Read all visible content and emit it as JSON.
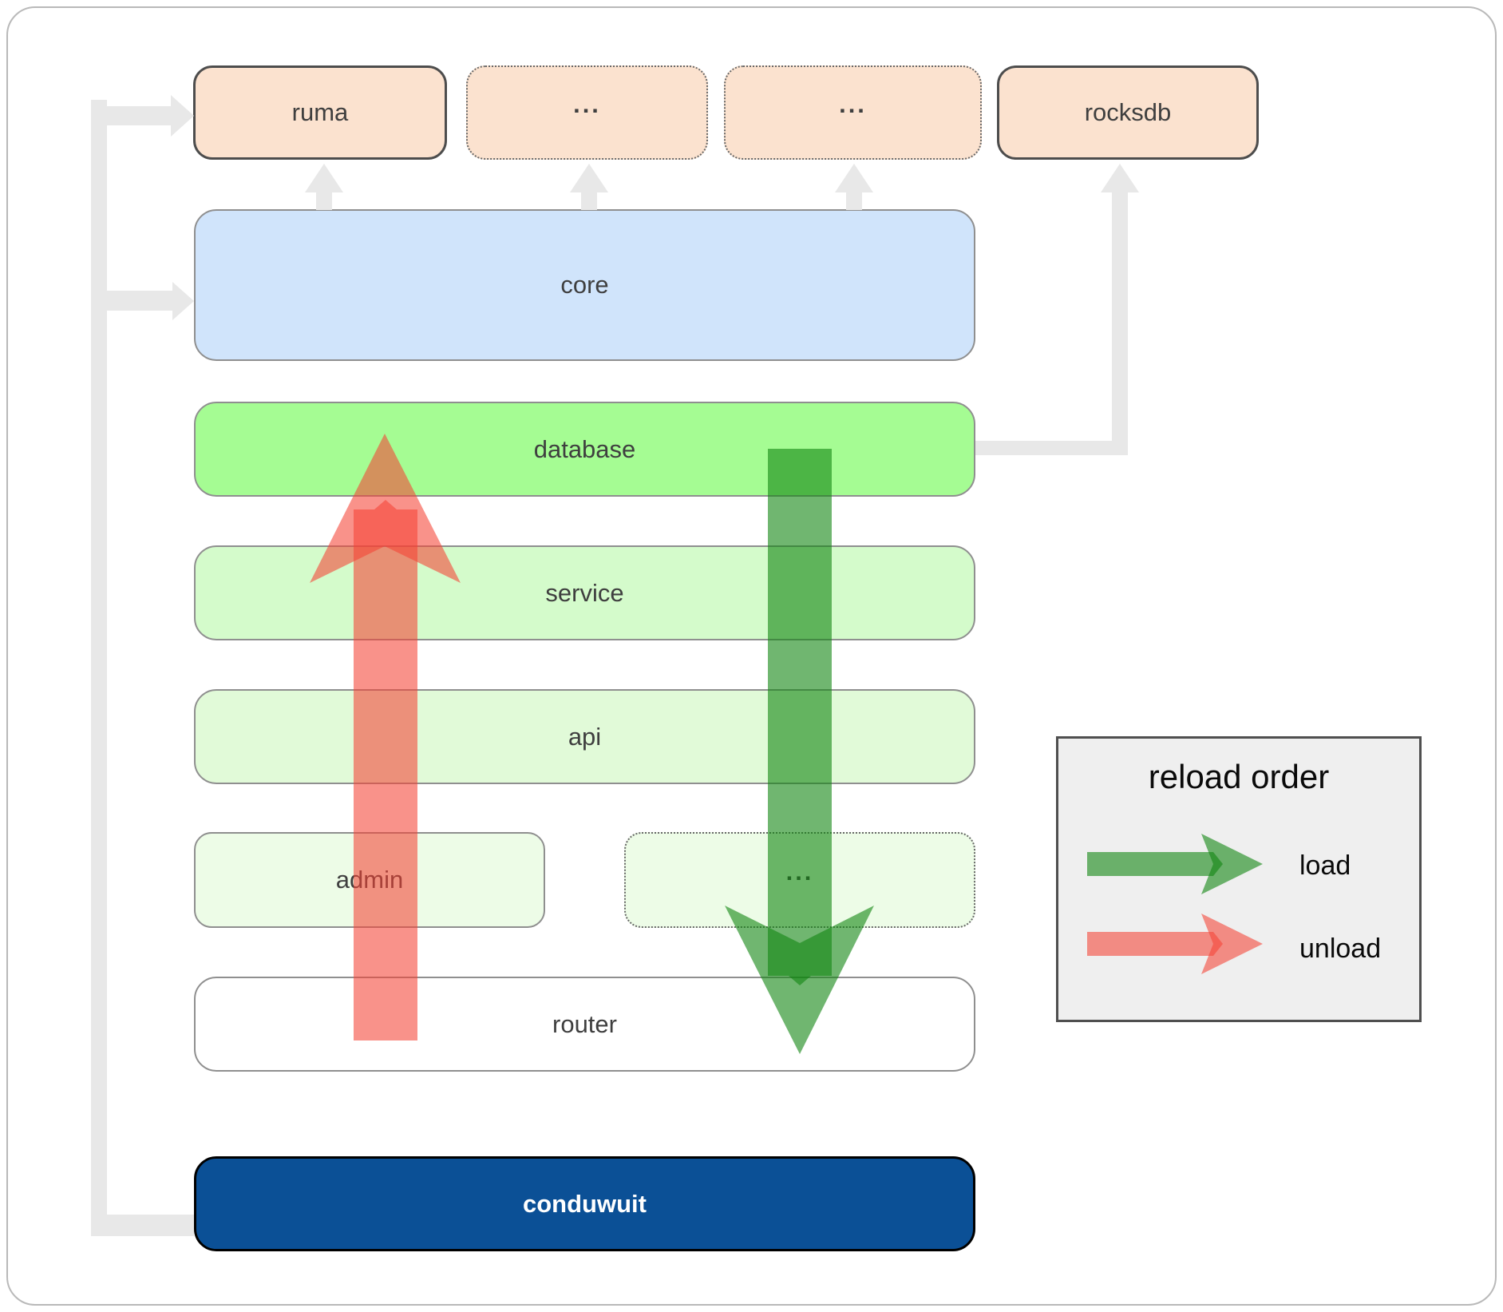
{
  "diagram": {
    "boxes": {
      "ruma": {
        "label": "ruma"
      },
      "external1": {
        "label": "..."
      },
      "external2": {
        "label": "..."
      },
      "rocksdb": {
        "label": "rocksdb"
      },
      "core": {
        "label": "core"
      },
      "database": {
        "label": "database"
      },
      "service": {
        "label": "service"
      },
      "api": {
        "label": "api"
      },
      "admin": {
        "label": "admin"
      },
      "admin_more": {
        "label": "..."
      },
      "router": {
        "label": "router"
      },
      "conduwuit": {
        "label": "conduwuit"
      }
    },
    "legend": {
      "title": "reload order",
      "items": [
        {
          "label": "load",
          "color": "#118511"
        },
        {
          "label": "unload",
          "color": "#f44336"
        }
      ]
    },
    "colors": {
      "external_fill": "#fbe2cf",
      "core_fill": "#d0e4fb",
      "database_fill": "#a5fc93",
      "service_fill": "#d4fbcb",
      "api_fill": "#e1fad8",
      "admin_fill": "#edfce7",
      "router_fill": "#ffffff",
      "conduwuit_fill": "#0b5096",
      "conduwuit_text": "#ffffff",
      "label_text": "#3f3f3f",
      "connector_gray": "#e8e8e8",
      "load_arrow": "#118511",
      "unload_arrow": "#f44336",
      "legend_bg": "#efefef"
    }
  }
}
